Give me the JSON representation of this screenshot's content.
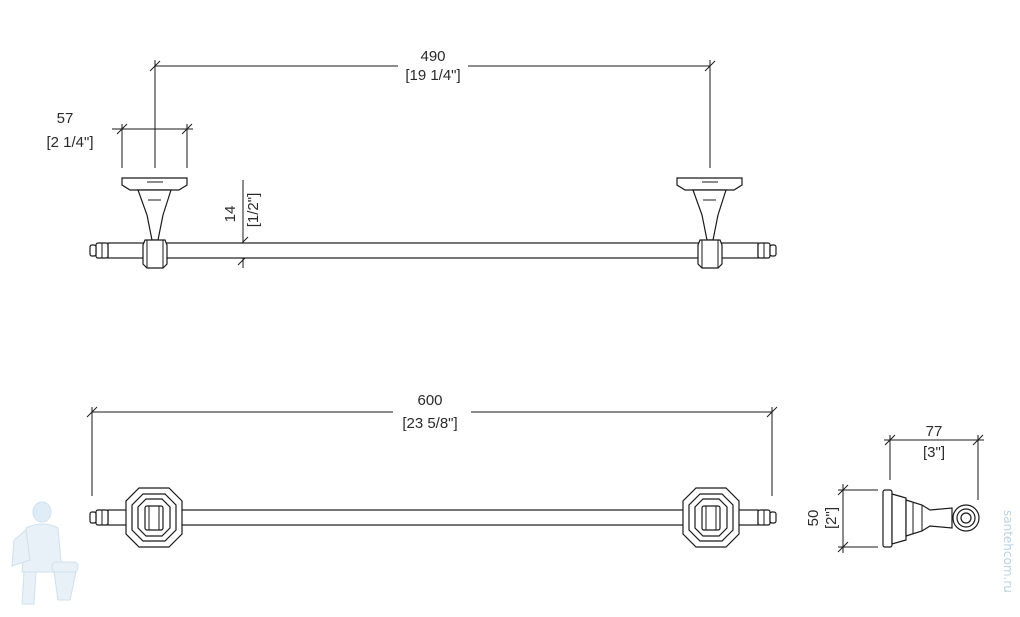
{
  "dimensions": {
    "top_span_mm": "490",
    "top_span_in": "[19 1/4\"]",
    "mount_width_mm": "57",
    "mount_width_in": "[2 1/4\"]",
    "bar_diameter_mm": "14",
    "bar_diameter_in": "[1/2\"]",
    "overall_length_mm": "600",
    "overall_length_in": "[23 5/8\"]",
    "projection_mm": "77",
    "projection_in": "[3\"]",
    "plate_height_mm": "50",
    "plate_height_in": "[2\"]"
  },
  "watermark": {
    "site_text": "santehcom.ru",
    "mascot_icon": "plumber-mascot-icon"
  }
}
